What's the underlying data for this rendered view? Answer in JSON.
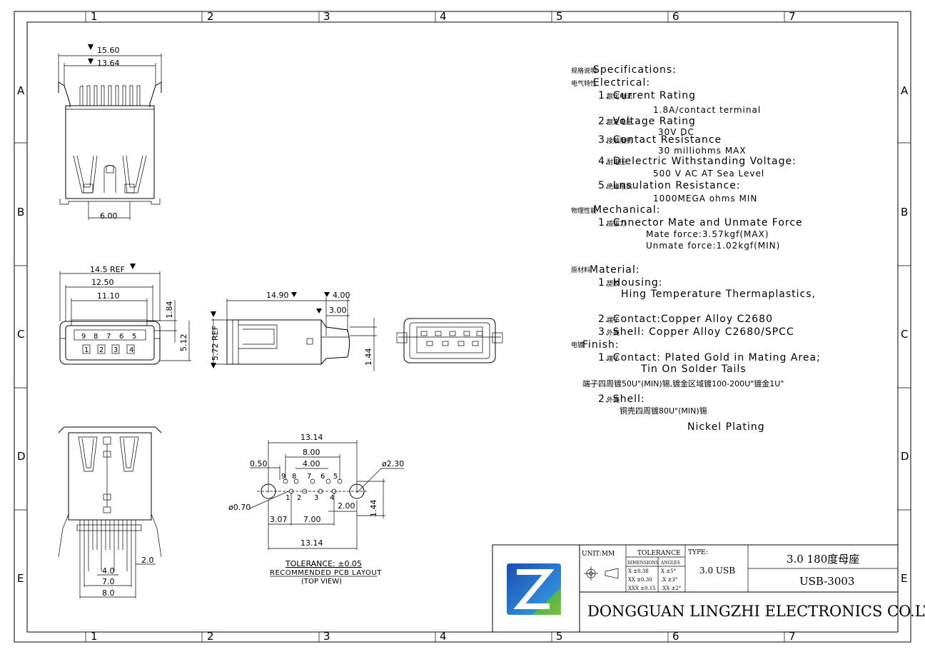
{
  "frame": {
    "col_labels": [
      "1",
      "2",
      "3",
      "4",
      "5",
      "6",
      "7"
    ],
    "row_labels": [
      "A",
      "B",
      "C",
      "D",
      "E"
    ]
  },
  "top_view": {
    "dim_outer": "15.60",
    "dim_inner": "13.64",
    "dim_bottom": "6.00"
  },
  "front_view": {
    "dim_ref": "14.5 REF",
    "dim_a": "12.50",
    "dim_b": "11.10",
    "dim_h1": "1.84",
    "dim_h2": "5.12",
    "pins_top": [
      "9",
      "8",
      "7",
      "6",
      "5"
    ],
    "pins_bottom": [
      "1",
      "2",
      "3",
      "4"
    ]
  },
  "side_view": {
    "dim_len": "14.90",
    "dim_a": "4.00",
    "dim_b": "3.00",
    "dim_ref": "5.72 REF",
    "dim_c": "1.44"
  },
  "bottom_view": {
    "dim_a": "2.0",
    "dim_b": "4.0",
    "dim_c": "7.0",
    "dim_d": "8.0"
  },
  "pcb_layout": {
    "dim_top": "13.14",
    "dim_8": "8.00",
    "dim_4": "4.00",
    "dim_050": "0.50",
    "dim_hole": "ø2.30",
    "dim_pin": "ø0.70",
    "dim_200": "2.00",
    "dim_144": "1.44",
    "dim_307": "3.07",
    "dim_700": "7.00",
    "dim_bottom": "13.14",
    "pins_top": [
      "9",
      "8",
      "7",
      "6",
      "5"
    ],
    "pins_bottom": [
      "1",
      "2",
      "3",
      "4"
    ],
    "tolerance": "TOLERANCE: ±0.05",
    "caption": "RECOMMENDED PCB LAYOUT",
    "view": "(TOP VIEW)"
  },
  "specs": {
    "title_cn": "规格说明",
    "title": "Specifications:",
    "elec_cn": "电气特性",
    "elec": "Electrical:",
    "i1_cn": "额定电流",
    "i1": "1.     Current Rating",
    "i1_v": "1.8A/contact terminal",
    "i2_cn": "额定电压",
    "i2": "2.     Voltage Rating",
    "i2_v": "30V DC",
    "i3_cn": "接触阻抗",
    "i3": "3.     Contact Resistance",
    "i3_v": "30 milliohms MAX",
    "i4_cn": "耐电压",
    "i4": "4.     Dielectric Withstanding Voltage:",
    "i4_v": "500 V AC AT Sea Level",
    "i5_cn": "绝缘阻抗",
    "i5": "5.     Lnsulation Resistance:",
    "i5_v": "1000MEGA ohms MIN",
    "mech_cn": "物理性能",
    "mech": "Mechanical:",
    "m1_cn": "插拔力",
    "m1": "1.     Cnnector Mate and Unmate Force",
    "m1_a": "Mate force:3.57kgf(MAX)",
    "m1_b": "Unmate force:1.02kgf(MIN)",
    "mat_cn": "原材料",
    "mat": "Material:",
    "h_cn": "塑胶",
    "h": "1.    Housing:",
    "h_v": "Hing Temperature  Thermaplastics,",
    "c_cn": "端子",
    "c": "2.   Contact:Copper Alloy C2680",
    "s_cn": "外壳",
    "s": "3.   Shell: Copper Alloy C2680/SPCC",
    "fin_cn": "电镀",
    "fin": "Finish:",
    "f1_cn": "端子",
    "f1": "1.    Contact: Plated Gold in Mating Area;",
    "f1_b": "Tin On Solder Tails",
    "f1_cn2": "端子四周镀50U\"(MIN)锡,镀金区域镀100-200U\"镀金1U\"",
    "f2_cn": "外壳",
    "f2": "2.    Shell:",
    "f2_cn2": "铜壳四周镀80U\"(MIN)锡",
    "f2_v": "Nickel Plating"
  },
  "title_block": {
    "unit": "UNIT:MM",
    "tolerance": "TOLERANCE",
    "dimensions": "DIMENSIONS",
    "angles": "ANGLES",
    "tol_rows": [
      [
        "X  ±0.38",
        "X  ±5°"
      ],
      [
        "XX  ±0.30",
        ".X  ±3°"
      ],
      [
        "XXX ±0.15",
        ".XX ±2°"
      ]
    ],
    "type_label": "TYPE:",
    "type": "3.0 USB",
    "name": "3.0 180度母座",
    "part": "USB-3003",
    "company": "DONGGUAN LINGZHI ELECTRONICS CO.LTD"
  }
}
